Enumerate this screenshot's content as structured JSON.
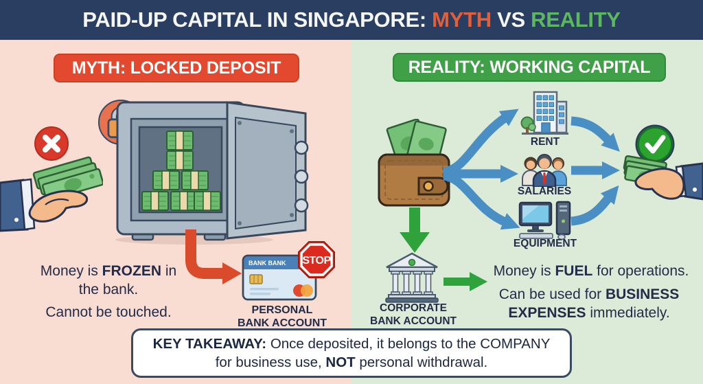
{
  "colors": {
    "header_bg": "#2a3e62",
    "title_myth": "#e0603c",
    "title_reality": "#5cb85f",
    "myth_red": "#e2492e",
    "reality_green": "#3fa047",
    "panel_pink": "#f9dcd2",
    "panel_green": "#dcebd8",
    "navy_text": "#222c49",
    "arrow_blue": "#4a8fc3",
    "arrow_green": "#2fa23c",
    "arrow_red": "#d94b2b"
  },
  "header": {
    "title_prefix": "PAID-UP CAPITAL IN SINGAPORE: ",
    "myth_word": "MYTH",
    "vs_word": " VS ",
    "reality_word": "REALITY"
  },
  "myth_panel": {
    "banner_label": "MYTH: LOCKED DEPOSIT",
    "frozen_pre": "Money is ",
    "frozen_bold": "FROZEN",
    "frozen_post": " in",
    "frozen_line2": "the bank.",
    "cannot_line": "Cannot be touched.",
    "card_bank_name": "BANK BANK",
    "stop_label": "STOP",
    "card_caption_line1": "PERSONAL",
    "card_caption_line2": "BANK ACCOUNT"
  },
  "reality_panel": {
    "banner_label": "REALITY: WORKING CAPITAL",
    "spend_items": [
      {
        "label": "RENT"
      },
      {
        "label": "SALARIES"
      },
      {
        "label": "EQUIPMENT"
      }
    ],
    "bank_caption_line1": "CORPORATE",
    "bank_caption_line2": "BANK ACCOUNT",
    "fuel_pre": "Money is ",
    "fuel_bold": "FUEL",
    "fuel_post": " for operations.",
    "expenses_pre": "Can be used for ",
    "expenses_bold": "BUSINESS EXPENSES",
    "expenses_post": " immediately."
  },
  "takeaway": {
    "lead_bold": "KEY TAKEAWAY:",
    "middle": " Once deposited, it belongs to the COMPANY for business use, ",
    "not_bold": "NOT",
    "end": " personal withdrawal."
  }
}
